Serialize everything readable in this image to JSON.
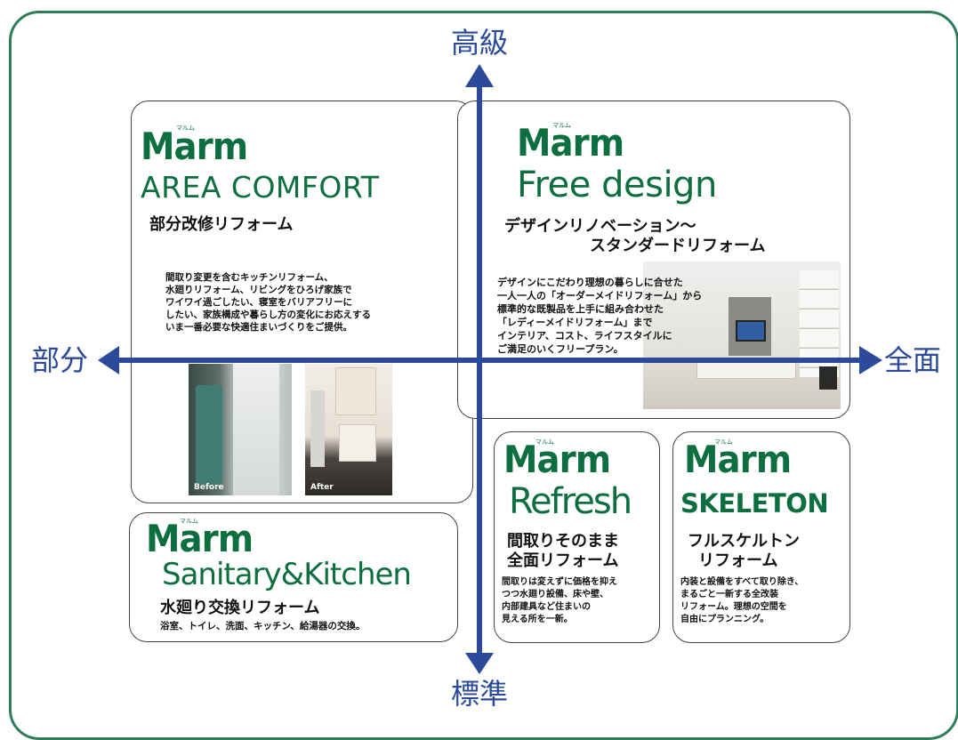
{
  "axes": {
    "top": "高級",
    "bottom": "標準",
    "left": "部分",
    "right": "全面"
  },
  "colors": {
    "brand_green": "#0d6e3f",
    "axis_blue": "#2c4a9a",
    "frame_green": "#2e7d5b"
  },
  "brand": {
    "name": "Marm",
    "ruby": "マルム"
  },
  "cards": {
    "area_comfort": {
      "product": "AREA COMFORT",
      "subtitle": "部分改修リフォーム",
      "description": "間取り変更を含むキッチンリフォーム、\n水廻りリフォーム、リビングをひろげ家族で\nワイワイ過ごしたい、寝室をバリアフリーに\nしたい、家族構成や暮らし方の変化にお応えする\nいま一番必要な快適住まいづくりをご提供。",
      "photo_before": "Before",
      "photo_after": "After"
    },
    "free_design": {
      "product": "Free design",
      "subtitle_line1": "デザインリノベーション～",
      "subtitle_line2": "スタンダードリフォーム",
      "description": "デザインにこだわり理想の暮らしに合せた\n一人一人の「オーダーメイドリフォーム」から\n標準的な既製品を上手に組み合わせた\n「レディーメイドリフォーム」まで\nインテリア、コスト、ライフスタイルに\nご満足のいくフリープラン。"
    },
    "sanitary_kitchen": {
      "product": "Sanitary&Kitchen",
      "subtitle": "水廻り交換リフォーム",
      "description": "浴室、トイレ、洗面、キッチン、給湯器の交換。"
    },
    "refresh": {
      "product": "Refresh",
      "subtitle_line1": "間取りそのまま",
      "subtitle_line2": "全面リフォーム",
      "description": "間取りは変えずに価格を抑え\nつつ水廻り設備、床や壁、\n内部建具など住まいの\n見える所を一新。"
    },
    "skeleton": {
      "product": "SKELETON",
      "subtitle_line1": "フルスケルトン",
      "subtitle_line2": "リフォーム",
      "description": "内装と設備をすべて取り除き、\nまるごと一新する全改装\nリフォーム。理想の空間を\n自由にプランニング。"
    }
  }
}
